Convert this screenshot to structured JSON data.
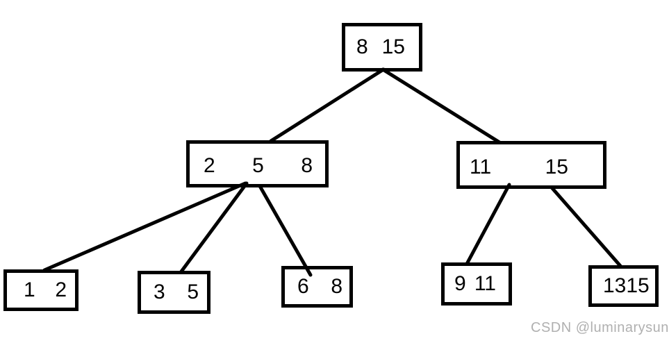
{
  "tree": {
    "root": {
      "keys": [
        "8",
        "15"
      ]
    },
    "internal_left": {
      "keys": [
        "2",
        "5",
        "8"
      ]
    },
    "internal_right": {
      "keys": [
        "11",
        "15"
      ]
    },
    "leaf_1": {
      "keys": [
        "1",
        "2"
      ]
    },
    "leaf_2": {
      "keys": [
        "3",
        "5"
      ]
    },
    "leaf_3": {
      "keys": [
        "6",
        "8"
      ]
    },
    "leaf_4": {
      "keys": [
        "9",
        "11"
      ]
    },
    "leaf_5": {
      "keys": [
        "13",
        "15"
      ]
    }
  },
  "watermark": "CSDN @luminarysun",
  "colors": {
    "line": "#000000",
    "node_border": "#000000",
    "text": "#000000",
    "watermark": "#b0b0b0",
    "background": "#ffffff"
  }
}
